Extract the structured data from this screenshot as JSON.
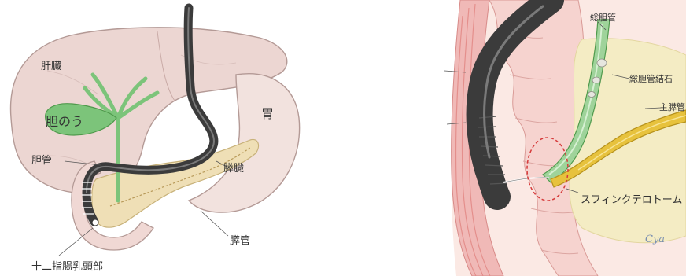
{
  "left_panel": {
    "labels": {
      "liver": "肝臓",
      "gallbladder": "胆のう",
      "bile_duct": "胆管",
      "stomach": "胃",
      "pancreas": "膵臓",
      "pancreatic_duct": "膵管",
      "papilla": "十二指腸乳頭部"
    }
  },
  "right_panel": {
    "labels": {
      "common_bile_duct": "総胆管",
      "cbd_stone": "総胆管結石",
      "main_pancreatic_duct": "主膵管",
      "sphincterotome": "スフィンクテロトーム",
      "signature": "Cya"
    }
  },
  "colors": {
    "liver": "#ecd6d2",
    "organ_outline": "#b49a96",
    "gallbladder": "#7cc47a",
    "duct_green": "#9fd39a",
    "pancreas": "#efdfb6",
    "endoscope": "#3b3b3b",
    "wall_pink": "#f0b9b7",
    "wall_stripe": "#e48f8c",
    "fat_yellow": "#f4ecc4",
    "pancreatic_duct_yellow": "#e7c23d",
    "dashed_red": "#d63b3b"
  }
}
